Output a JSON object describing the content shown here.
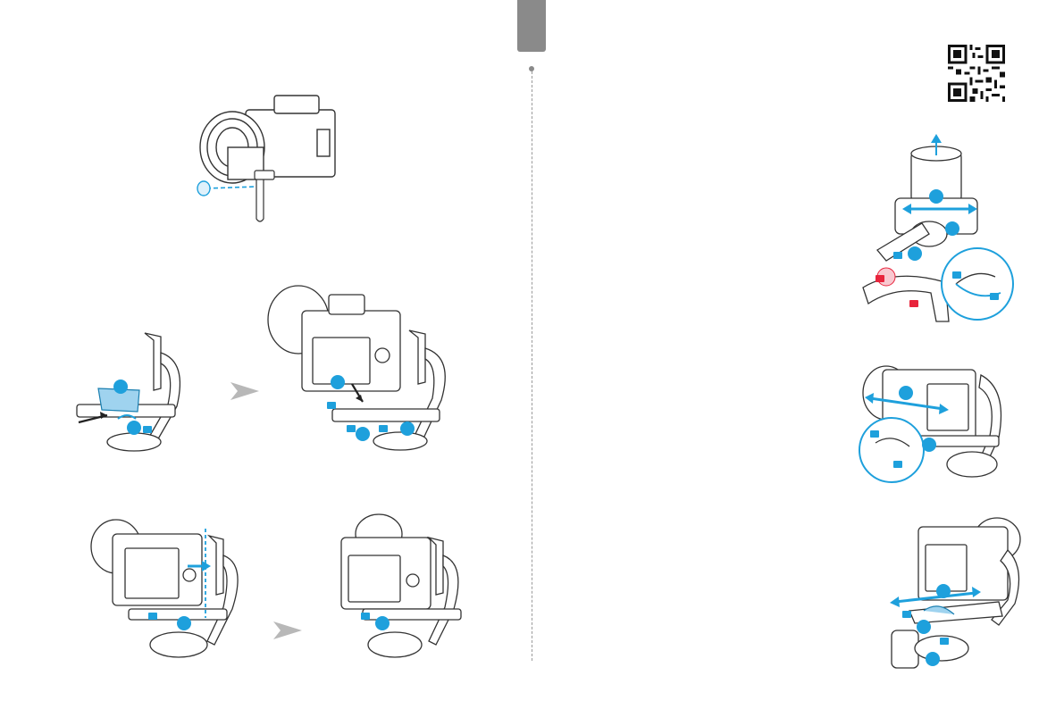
{
  "document": {
    "type": "manual-spread",
    "left_page": {
      "figures": [
        "camera-with-quick-release-plate",
        "mount-plate-step-1",
        "mount-plate-step-2",
        "balance-step-1",
        "balance-step-2"
      ]
    },
    "right_page": {
      "figures": [
        "tilt-balance",
        "roll-balance",
        "pan-balance"
      ]
    }
  },
  "colors": {
    "accent": "#1ea0dc",
    "lock_red": "#e8243c",
    "outline": "#333333",
    "divider": "#9a9a9a",
    "tab": "#8a8a8a"
  },
  "icons": [
    "lock-icon",
    "unlock-icon",
    "arrow-right-icon",
    "qr-code-icon",
    "step-marker-icon"
  ]
}
